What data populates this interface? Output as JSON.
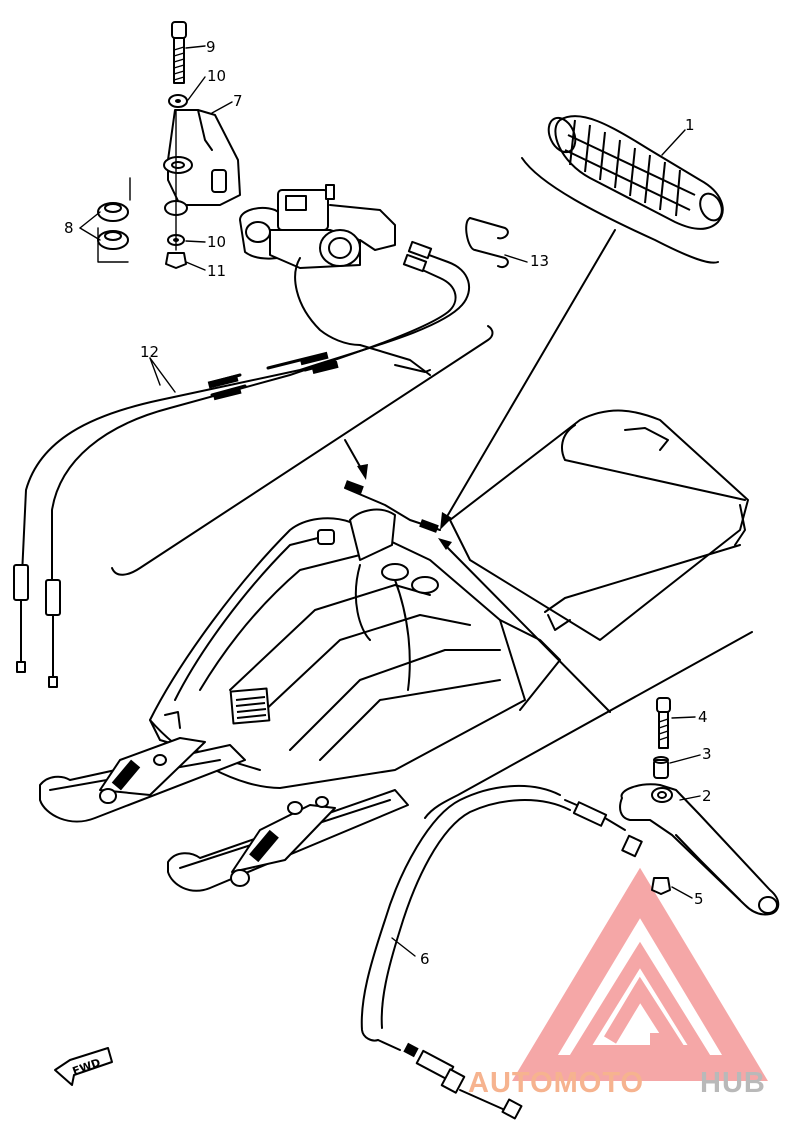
{
  "diagram": {
    "callouts": [
      {
        "id": "grip",
        "number": "1"
      },
      {
        "id": "brake-lever",
        "number": "2"
      },
      {
        "id": "collar",
        "number": "3"
      },
      {
        "id": "lever-bolt",
        "number": "4"
      },
      {
        "id": "lever-nut",
        "number": "5"
      },
      {
        "id": "brake-cable",
        "number": "6"
      },
      {
        "id": "bracket",
        "number": "7"
      },
      {
        "id": "dampers",
        "number": "8"
      },
      {
        "id": "bracket-bolt",
        "number": "9"
      },
      {
        "id": "washer-upper",
        "number": "10"
      },
      {
        "id": "washer-lower",
        "number": "10"
      },
      {
        "id": "bracket-nut",
        "number": "11"
      },
      {
        "id": "throttle-cables",
        "number": "12"
      },
      {
        "id": "clip",
        "number": "13"
      }
    ],
    "direction_badge": "FWD"
  },
  "watermark": {
    "text_primary": "AUTOMOTO",
    "text_secondary": "HUB",
    "primary_color": "#f6b38f",
    "secondary_color": "#b9b9b9",
    "logo_color": "#f28a8a"
  }
}
